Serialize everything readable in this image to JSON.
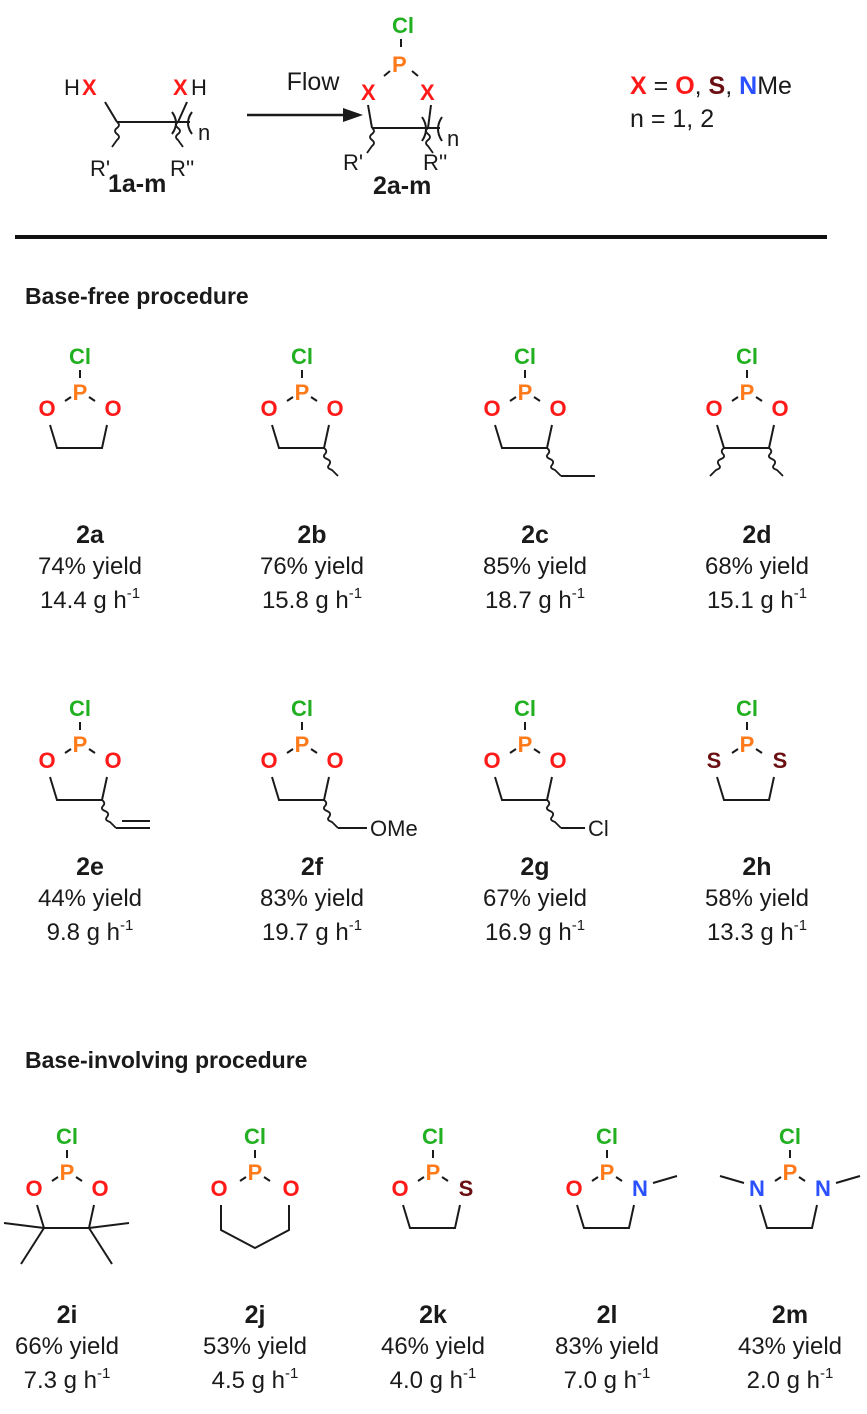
{
  "colors": {
    "O": "#ff1a1a",
    "S": "#6b0f12",
    "N": "#2a50ff",
    "P": "#ff7a1a",
    "Cl": "#22b022",
    "X": "#ff1a1a",
    "bond": "#1a1a1a"
  },
  "scheme": {
    "reactant_label": "1a-m",
    "product_label": "2a-m",
    "arrow_label": "Flow",
    "reactant_atoms": {
      "left": "HX",
      "right": "XH",
      "r1": "R'",
      "r2": "R''",
      "n": "n"
    },
    "product_atoms": {
      "top": "Cl",
      "p": "P",
      "x_left": "X",
      "x_right": "X",
      "r1": "R'",
      "r2": "R''",
      "n": "n"
    },
    "legend": {
      "x": "X",
      "eq": " = ",
      "o": "O",
      "sep1": ", ",
      "s": "S",
      "sep2": ", ",
      "n": "N",
      "me": "Me",
      "line2": "n = 1, 2"
    }
  },
  "sections": [
    {
      "title": "Base-free procedure",
      "compounds": [
        {
          "id": "2a",
          "yield": "74% yield",
          "rate": "14.4 g h",
          "rate_exp": "-1"
        },
        {
          "id": "2b",
          "yield": "76% yield",
          "rate": "15.8 g h",
          "rate_exp": "-1"
        },
        {
          "id": "2c",
          "yield": "85% yield",
          "rate": "18.7 g h",
          "rate_exp": "-1"
        },
        {
          "id": "2d",
          "yield": "68% yield",
          "rate": "15.1 g h",
          "rate_exp": "-1"
        },
        {
          "id": "2e",
          "yield": "44% yield",
          "rate": "9.8 g h",
          "rate_exp": "-1"
        },
        {
          "id": "2f",
          "yield": "83% yield",
          "rate": "19.7 g h",
          "rate_exp": "-1",
          "substituent": "OMe"
        },
        {
          "id": "2g",
          "yield": "67% yield",
          "rate": "16.9 g h",
          "rate_exp": "-1",
          "substituent": "Cl"
        },
        {
          "id": "2h",
          "yield": "58% yield",
          "rate": "13.3 g h",
          "rate_exp": "-1"
        }
      ]
    },
    {
      "title": "Base-involving procedure",
      "compounds": [
        {
          "id": "2i",
          "yield": "66% yield",
          "rate": "7.3 g h",
          "rate_exp": "-1"
        },
        {
          "id": "2j",
          "yield": "53% yield",
          "rate": "4.5 g h",
          "rate_exp": "-1"
        },
        {
          "id": "2k",
          "yield": "46% yield",
          "rate": "4.0 g h",
          "rate_exp": "-1"
        },
        {
          "id": "2l",
          "yield": "83% yield",
          "rate": "7.0 g h",
          "rate_exp": "-1"
        },
        {
          "id": "2m",
          "yield": "43% yield",
          "rate": "2.0 g h",
          "rate_exp": "-1"
        }
      ]
    }
  ],
  "atoms": {
    "Cl": "Cl",
    "P": "P",
    "O": "O",
    "S": "S",
    "N": "N"
  }
}
